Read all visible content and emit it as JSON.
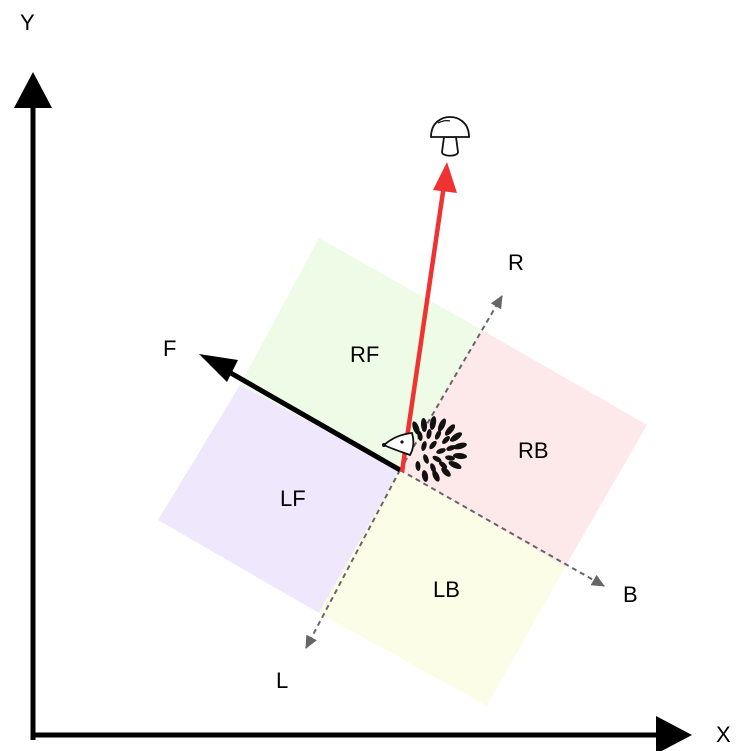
{
  "axes": {
    "x_label": "X",
    "y_label": "Y"
  },
  "directions": {
    "forward": "F",
    "right": "R",
    "backward": "B",
    "left": "L"
  },
  "quadrants": [
    {
      "label": "RF",
      "color": "#eefbe6"
    },
    {
      "label": "RB",
      "color": "#fde9ea"
    },
    {
      "label": "LF",
      "color": "#efe7fc"
    },
    {
      "label": "LB",
      "color": "#fbfde6"
    }
  ],
  "colors": {
    "target_arrow": "#f03232",
    "heading_arrow": "#000000",
    "dashed_axis": "#666666"
  },
  "icons": {
    "agent": "hedgehog-icon",
    "target": "mushroom-icon"
  }
}
